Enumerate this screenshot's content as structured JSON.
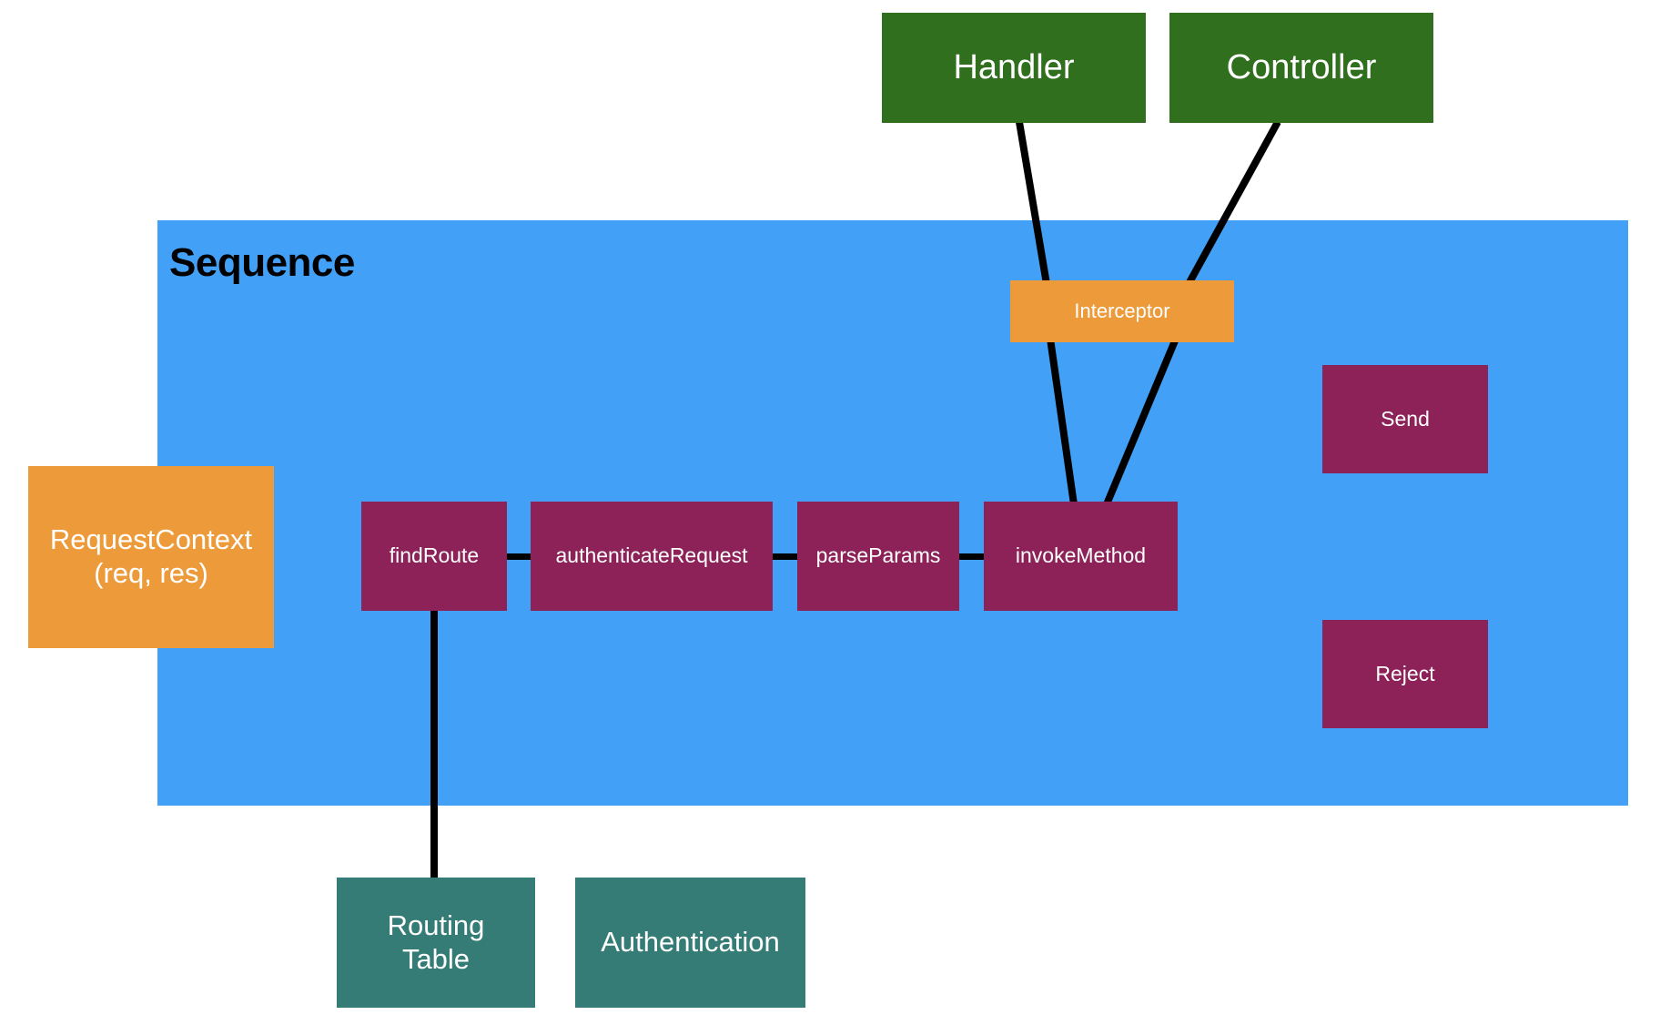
{
  "diagram": {
    "title": "Sequence",
    "colors": {
      "background": "#ffffff",
      "container": "#42A0F7",
      "external": "#2F6F1E",
      "context": "#ED9B3A",
      "action": "#8C2257",
      "provider": "#357C76",
      "edge": "#000000",
      "text_on_fill": "#ffffff",
      "title_text": "#000000"
    }
  },
  "nodes": {
    "handler": {
      "label": "Handler"
    },
    "controller": {
      "label": "Controller"
    },
    "interceptor": {
      "label": "Interceptor"
    },
    "request_context": {
      "label": "RequestContext\n(req, res)"
    },
    "find_route": {
      "label": "findRoute"
    },
    "authenticate_request": {
      "label": "authenticateRequest"
    },
    "parse_params": {
      "label": "parseParams"
    },
    "invoke_method": {
      "label": "invokeMethod"
    },
    "send": {
      "label": "Send"
    },
    "reject": {
      "label": "Reject"
    },
    "routing_table": {
      "label": "Routing\nTable"
    },
    "authentication": {
      "label": "Authentication"
    }
  },
  "edges": [
    {
      "from": "handler",
      "to": "interceptor"
    },
    {
      "from": "controller",
      "to": "interceptor"
    },
    {
      "from": "interceptor",
      "to": "invokeMethod-left"
    },
    {
      "from": "interceptor",
      "to": "invokeMethod-right"
    },
    {
      "from": "findRoute",
      "to": "authenticateRequest"
    },
    {
      "from": "authenticateRequest",
      "to": "parseParams"
    },
    {
      "from": "parseParams",
      "to": "invokeMethod"
    },
    {
      "from": "findRoute",
      "to": "routingTable"
    }
  ]
}
